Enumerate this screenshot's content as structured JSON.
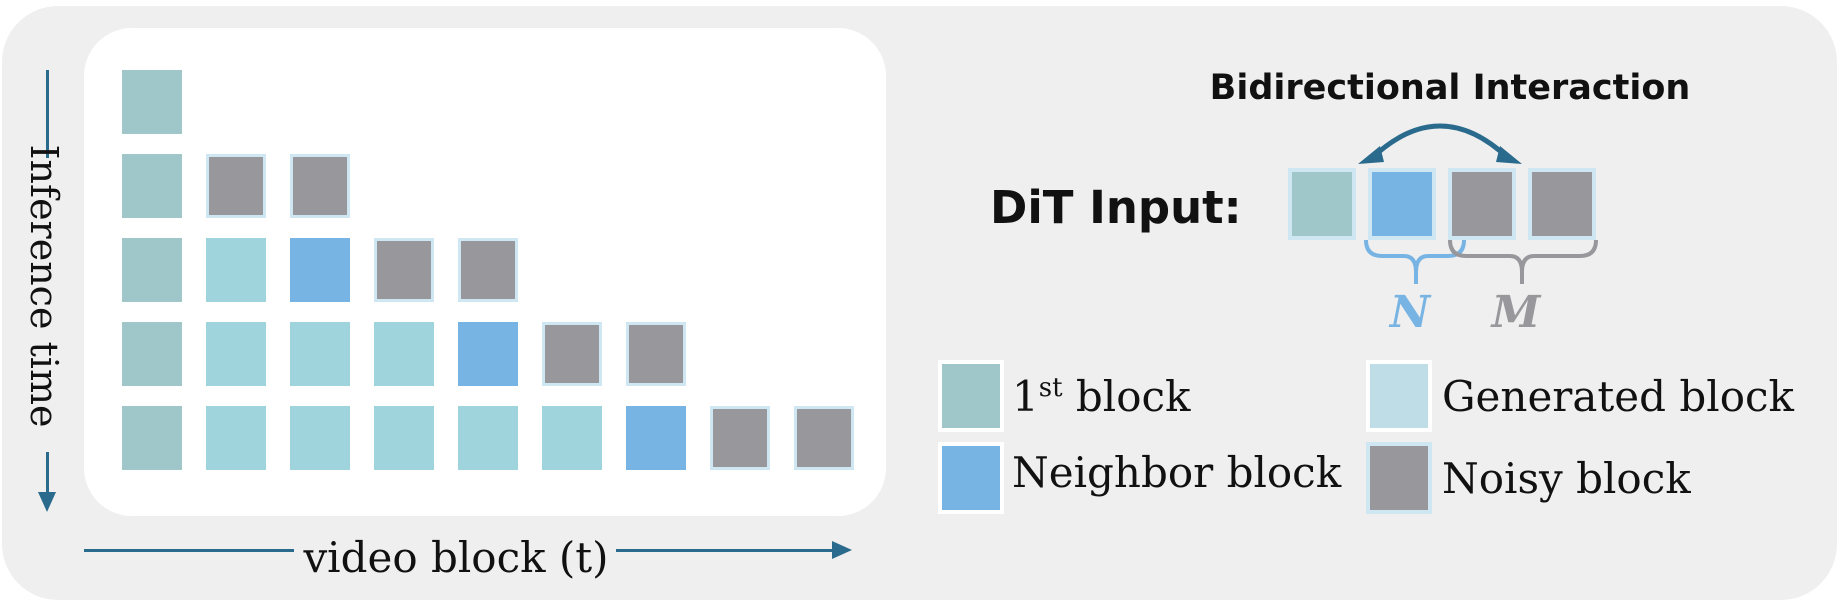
{
  "colors": {
    "first_block": "#9fc6c8",
    "generated_block": "#9fd4dc",
    "neighbor_block": "#78b4e3",
    "noisy_block": "#98979c",
    "noisy_border": "#cfe7f2",
    "legend_generated": "#bfdde6",
    "axis": "#2a6a8c",
    "panel": "#efefef"
  },
  "grid": {
    "rows": [
      [
        "first"
      ],
      [
        "first",
        "noisy",
        "noisy"
      ],
      [
        "first",
        "generated",
        "neighbor",
        "noisy",
        "noisy"
      ],
      [
        "first",
        "generated",
        "generated",
        "generated",
        "neighbor",
        "noisy",
        "noisy"
      ],
      [
        "first",
        "generated",
        "generated",
        "generated",
        "generated",
        "generated",
        "neighbor",
        "noisy",
        "noisy"
      ]
    ]
  },
  "axes": {
    "x_label": "video block (t)",
    "y_label": "Inference time"
  },
  "dit": {
    "title": "Bidirectional Interaction",
    "label": "DiT Input:",
    "blocks": [
      "first",
      "neighbor",
      "noisy",
      "noisy"
    ],
    "n_label": "N",
    "m_label": "M"
  },
  "legend": {
    "first_main": "1",
    "first_sup": "st",
    "first_rest": " block",
    "generated": "Generated block",
    "neighbor": "Neighbor block",
    "noisy": "Noisy block"
  }
}
